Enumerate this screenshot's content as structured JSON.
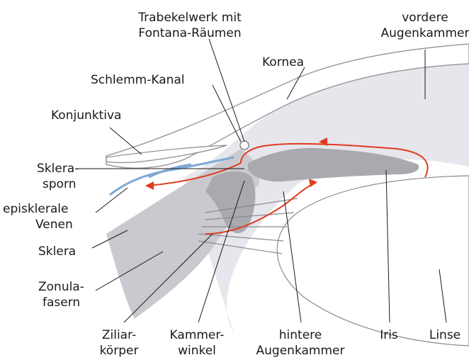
{
  "labels": {
    "trabekelwerk_1": "Trabekelwerk mit",
    "trabekelwerk_2": "Fontana-Räumen",
    "vordere_1": "vordere",
    "vordere_2": "Augenkammer",
    "kornea": "Kornea",
    "schlemm": "Schlemm-Kanal",
    "konjunktiva": "Konjunktiva",
    "sklerasporn_1": "Sklera-",
    "sklerasporn_2": "sporn",
    "episkleral_1": "episklerale",
    "episkleral_2": "Venen",
    "sklera": "Sklera",
    "zonula_1": "Zonula-",
    "zonula_2": "fasern",
    "ziliar_1": "Ziliar-",
    "ziliar_2": "körper",
    "kammerwinkel_1": "Kammer-",
    "kammerwinkel_2": "winkel",
    "hintere_1": "hintere",
    "hintere_2": "Augenkammer",
    "iris": "Iris",
    "linse": "Linse"
  },
  "colors": {
    "tissue": "#c9c9cf",
    "tissue_dark": "#a9a9b0",
    "chamber": "#e6e6ec",
    "flow_arrow": "#e03a1e",
    "vein": "#7fa9d4"
  }
}
